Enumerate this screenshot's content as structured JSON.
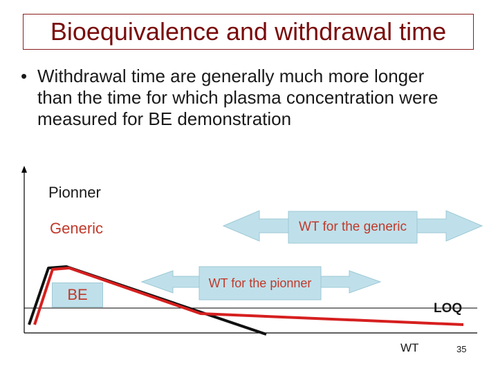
{
  "slide": {
    "title": "Bioequivalence and withdrawal time",
    "bullet_marker": "•",
    "bullet_text": "Withdrawal time are generally much more longer than the time for which plasma concentration were measured for BE demonstration",
    "page_number": "35"
  },
  "diagram": {
    "pionner_label": "Pionner",
    "generic_label": "Generic",
    "be_label": "BE",
    "wt_generic_label": "WT for the generic",
    "wt_pionner_label": "WT for the pionner",
    "loq_label": "LOQ",
    "x_axis_label": "WT",
    "colors": {
      "title": "#7a0a0a",
      "label_red": "#c0392b",
      "arrow_fill": "#bfe0ea",
      "red_curve": "#d61f1f",
      "black_curve": "#111111"
    }
  }
}
